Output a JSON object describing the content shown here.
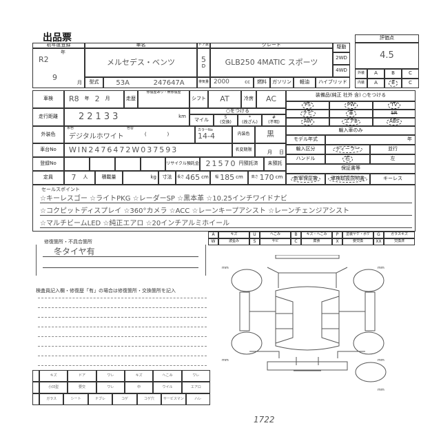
{
  "title": "出品票",
  "header": {
    "first_reg_label": "初年度登録",
    "car_name_label": "車名",
    "doors_label": "ドア数",
    "grade_label": "グレード",
    "drive_label": "駆動",
    "drive_2wd": "2WD",
    "drive_4wd": "4WD",
    "model_label": "型式",
    "displacement_label": "排気量",
    "cc": "cc",
    "fuel_label": "燃料",
    "fuel_gas": "ガソリン",
    "fuel_diesel": "軽油",
    "fuel_hybrid": "ハイブリッド",
    "year_unit": "年",
    "month_unit": "月",
    "door_unit": "D"
  },
  "values": {
    "first_reg_year": "R2",
    "first_reg_month": "9",
    "car_name": "メルセデス・ベンツ",
    "doors": "5",
    "grade": "GLB250 4MATIC スポーツ",
    "model_code": "53A",
    "model_number": "247647A",
    "displacement": "2000"
  },
  "score": {
    "label": "評価点",
    "value": "4.5",
    "exterior_label": "外装",
    "interior_label": "内装",
    "grades": [
      "A",
      "B",
      "C"
    ],
    "interior_selected": "B"
  },
  "inspection": {
    "label": "車検",
    "value": "R8",
    "year_unit": "年",
    "month": "2",
    "month_unit": "月",
    "history_label": "走歴",
    "repair_label": "修復歴",
    "repair_note": "修復歴あり・無修復歴",
    "shift_label": "シフト",
    "shift": "AT",
    "ac_label": "冷房",
    "ac": "AC"
  },
  "mileage": {
    "label": "走行距離",
    "value": "22133",
    "unit": "km",
    "mark_note": "○をつける",
    "mile": "マイル",
    "swap": "5\n(交換)",
    "tamper": "*\n(改ざん)",
    "unknown": "#\n(不明)"
  },
  "color": {
    "label": "外装色",
    "sub_label": "系色",
    "name_label": "色替",
    "value": "デジタルホワイト",
    "paren_open": "(",
    "paren_close": ")",
    "color_no_label": "カラーNo",
    "color_no": "14-4",
    "interior_label": "内装色",
    "interior": "黒"
  },
  "chassis": {
    "label": "車台No",
    "value": "WIN2476472W037593",
    "name_change_label": "名変期限",
    "month_unit": "月",
    "day_unit": "日"
  },
  "registration": {
    "label": "登録No",
    "recycle_label": "リサイクル預託金",
    "recycle_value": "21570",
    "recycle_paid": "円預託済",
    "recycle_unpaid": "未預託"
  },
  "capacity": {
    "label": "定員",
    "value": "7",
    "unit": "人",
    "load_label": "積載量",
    "load_unit": "kg",
    "size_label": "寸法",
    "length_label": "長さ",
    "length": "465",
    "width_label": "幅",
    "width": "185",
    "height_label": "高さ",
    "height": "170",
    "cm": "cm"
  },
  "equipment": {
    "label": "装備品(純正 社外 含) ○をつける",
    "items": [
      "PS",
      "PW",
      "TV",
      "ナビ",
      "革",
      "SR",
      "AW",
      "エアB",
      "ABS"
    ],
    "circled": [
      "PS",
      "PW",
      "TV",
      "ナビ",
      "革",
      "AW",
      "エアB",
      "ABS"
    ]
  },
  "import": {
    "label": "輸入車のみ",
    "model_year_label": "モデル年式",
    "year_unit": "年",
    "type_label": "輸入区分",
    "dealer": "ディーラー",
    "parallel": "並行",
    "handle_label": "ハンドル",
    "right": "右",
    "left": "左",
    "docs_label": "保証書等",
    "warranty": "新車保証書",
    "manual": "車検取扱説明書",
    "keyless": "キーレス"
  },
  "sales_points": {
    "label": "セールスポイント",
    "lines": [
      "☆キーレスゴー ☆ライトPKG ☆レーダーSP ☆黒本革 ☆10.25インチワイドナビ",
      "☆コクピットディスプレイ ☆360°カメラ ☆ACC ☆レーンキープアシスト ☆レーンチェンジアシスト",
      "☆マルチビームLED ☆純正エアロ ☆20インチアルミホイール"
    ]
  },
  "legend": [
    [
      "A",
      "キズ"
    ],
    [
      "U",
      "へこみ"
    ],
    [
      "B",
      "キズ・へこみ"
    ],
    [
      "P",
      "塗装ヤケ・ボケ"
    ],
    [
      "G",
      "ガラスキズ"
    ],
    [
      "W",
      "波歪み"
    ],
    [
      "S",
      "サビ"
    ],
    [
      "C",
      "腐食"
    ],
    [
      "X",
      "要交換"
    ],
    [
      "XX",
      "交換済"
    ]
  ],
  "repair": {
    "label": "修復箇所・不具合箇所",
    "value": "冬タイヤ有"
  },
  "inspector_note": "検査員記入欄・修復歴「有」の場合は修復箇所・交換箇所を記入",
  "bottom_table": [
    [
      "キズ",
      "ドア",
      "ワレ",
      "キズ",
      "へこみ",
      "ワレ"
    ],
    [
      "小凹型",
      "要交",
      "ワレ",
      "中",
      "ウイル",
      "エアロ"
    ],
    [
      "ガラス",
      "シート",
      "ナブレ",
      "コゲ",
      "コゲ穴",
      "サービスマン",
      "ハレ"
    ]
  ],
  "tire_label": "mm",
  "page_number": "1722"
}
